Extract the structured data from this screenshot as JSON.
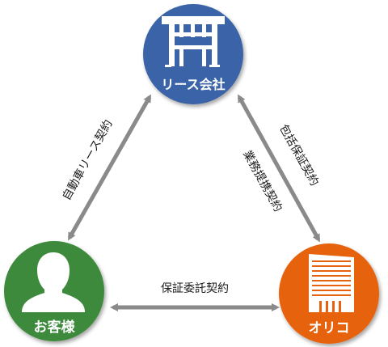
{
  "nodes": {
    "lease": {
      "label": "リース会社",
      "color": "#3a64a8",
      "icon": "building-icon"
    },
    "customer": {
      "label": "お客様",
      "color": "#3c8a3c",
      "icon": "person-icon"
    },
    "orico": {
      "label": "オリコ",
      "color": "#e6620e",
      "icon": "office-tower-icon"
    }
  },
  "edges": {
    "lease_customer": {
      "label": "自動車リース契約"
    },
    "lease_orico_outer": {
      "label": "包括保証契約"
    },
    "lease_orico_inner": {
      "label": "業務提携契約"
    },
    "customer_orico": {
      "label": "保証委託契約"
    }
  },
  "colors": {
    "arrow": "#8a8a8a",
    "text": "#1a1a1a"
  }
}
